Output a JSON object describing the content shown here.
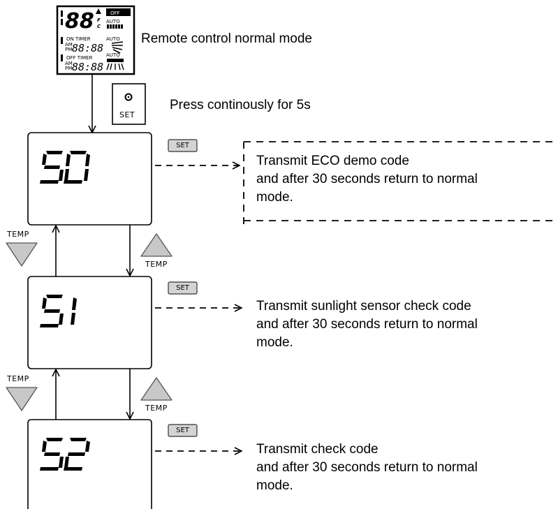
{
  "remote": {
    "caption": "Remote control normal mode",
    "lcd": {
      "temp_digits": "88",
      "unit_f": "F",
      "unit_c": "C",
      "off_badge": "OFF",
      "auto_labels": [
        "AUTO",
        "AUTO",
        "AUTO"
      ],
      "on_timer_label": "ON  TIMER",
      "off_timer_label": "OFF TIMER",
      "am": "AM",
      "pm": "PM",
      "time_digits": "88:88"
    }
  },
  "set_button": {
    "label": "SET",
    "instruction": "Press continously for 5s"
  },
  "temp_label": "TEMP",
  "modes": [
    {
      "code": "50",
      "set_label": "SET",
      "line1": "Transmit ECO demo code",
      "line2": "and after 30 seconds return to normal",
      "line3": "mode."
    },
    {
      "code": "51",
      "set_label": "SET",
      "line1": "Transmit sunlight sensor check code",
      "line2": "and after 30 seconds return to normal",
      "line3": "mode."
    },
    {
      "code": "52",
      "set_label": "SET",
      "line1": "Transmit check code",
      "line2": "and after 30 seconds return to normal",
      "line3": "mode."
    }
  ],
  "colors": {
    "triangle_fill": "#c8c8c8",
    "set_badge_fill": "#d4d4d4",
    "line": "#000000"
  }
}
